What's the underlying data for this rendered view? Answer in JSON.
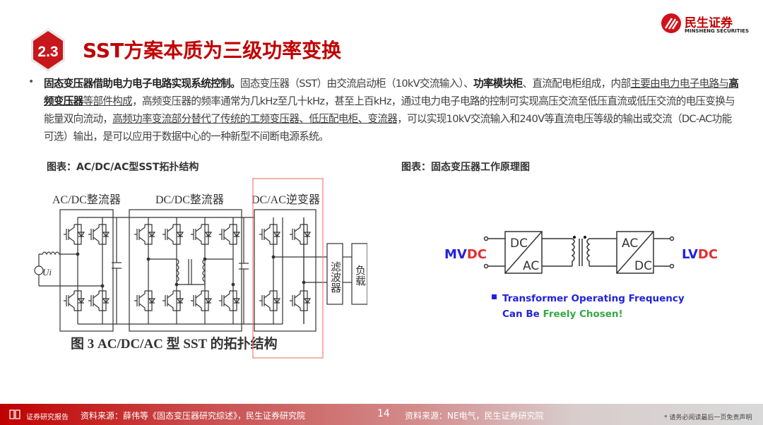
{
  "header": {
    "section_number": "2.3",
    "title": "SST方案本质为三级功率变换",
    "logo_name": "民生证券",
    "logo_en": "MINSHENG SECURITIES"
  },
  "body": {
    "lead_bold": "固态变压器借助电力电子电路实现系统控制。",
    "t1": "固态变压器（SST）由交流启动柜（10kV交流输入）、",
    "b2": "功率模块柜",
    "t3": "、直流配电柜组成，内部",
    "u4": "主要由电力电子电路与",
    "ub5": "高频变压器",
    "u6": "等部件构成",
    "t7": "，高频变压器的频率通常为几kHz至几十kHz，甚至上百kHz，通过电力电子电路的控制可实现高压交流至低压直流或低压交流的电压变换与能量双向流动，",
    "u8": "高频功率变流部分替代了传统的工频变压器、低压配电柜、变流器",
    "t9": "，可以实现10kV交流输入和240V等直流电压等级的输出或交流（DC-AC功能可选）输出，是可以应用于数据中心的一种新型不间断电源系统。"
  },
  "figure_left": {
    "title": "图表：AC/DC/AC型SST拓扑结构",
    "stage1": "AC/DC整流器",
    "stage2": "DC/DC整流器",
    "stage3": "DC/AC逆变器",
    "source": "Ui",
    "filter": "滤波器",
    "load": "负载",
    "caption": "图 3 AC/DC/AC 型 SST 的拓扑结构",
    "highlight_color": "#f08070"
  },
  "figure_right": {
    "title": "图表：固态变压器工作原理图",
    "mv_prefix": "MV",
    "mv_suffix": "DC",
    "lv_prefix": "LV",
    "lv_suffix": "DC",
    "box1_top": "DC",
    "box1_bottom": "AC",
    "box2_top": "AC",
    "box2_bottom": "DC",
    "note_line1": "Transformer Operating Frequency",
    "note_line2_a": "Can Be ",
    "note_line2_b": "Freely Chosen!",
    "colors": {
      "blue": "#2222dd",
      "red": "#e03030",
      "green": "#33aa44"
    }
  },
  "footer": {
    "brand": "证券研究报告",
    "source_left": "资料来源：薛伟等《固态变压器研究综述》，民生证券研究院",
    "page": "14",
    "source_right": "资料来源：NE电气，民生证券研究院",
    "disclaimer": "* 请务必阅读最后一页免责声明"
  }
}
